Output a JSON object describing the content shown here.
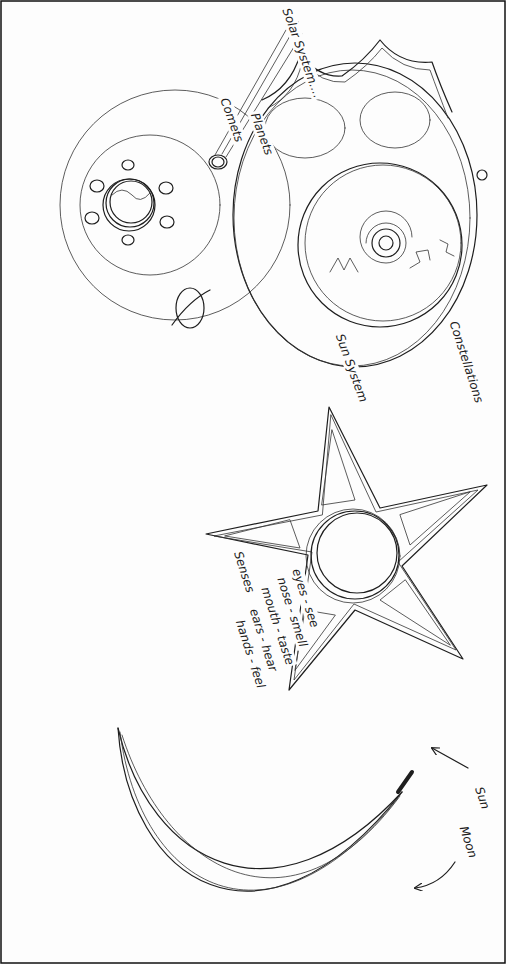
{
  "diagram": {
    "labels": [
      "Solar System....",
      "Comets",
      "Planets",
      "Constellations",
      "Sun System",
      "Senses",
      "eyes - see",
      "nose - smell",
      "mouth - taste",
      "ears - hear",
      "hands - feel",
      "Sun",
      "Moon"
    ]
  }
}
